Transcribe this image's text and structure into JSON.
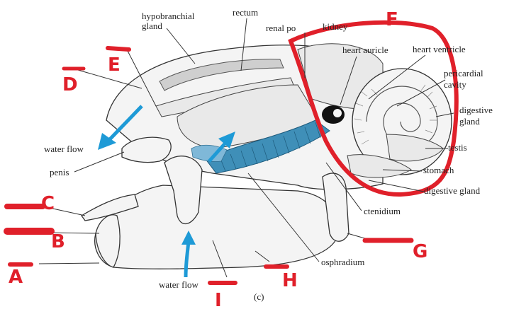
{
  "printed_labels": {
    "hypobranchial_line1": "hypobranchial",
    "hypobranchial_line2": "gland",
    "rectum": "rectum",
    "renal": "renal po",
    "kidney": "kidney",
    "heart_auricle": "heart auricle",
    "heart_ventricle": "heart ventricle",
    "pericardial_line1": "pericardial",
    "pericardial_line2": "cavity",
    "digestive_gland_line1": "digestive",
    "digestive_gland_line2": "gland",
    "testis": "testis",
    "stomach": "stomach",
    "digestive_gland_lower": "digestive gland",
    "ctenidium": "ctenidium",
    "osphradium": "osphradium",
    "water_flow_left": "water flow",
    "water_flow_bottom": "water flow",
    "penis": "penis",
    "panel": "(c)"
  },
  "handwritten_letters": {
    "a": "A",
    "b": "B",
    "c": "C",
    "d": "D",
    "e": "E",
    "f": "F",
    "g": "G",
    "h": "H",
    "i": "I"
  },
  "colors": {
    "annotation_red": "#e0202a",
    "arrow_blue": "#1e9ad6",
    "ctenidium_blue": "#3f8fb8",
    "line_dark": "#333333"
  }
}
